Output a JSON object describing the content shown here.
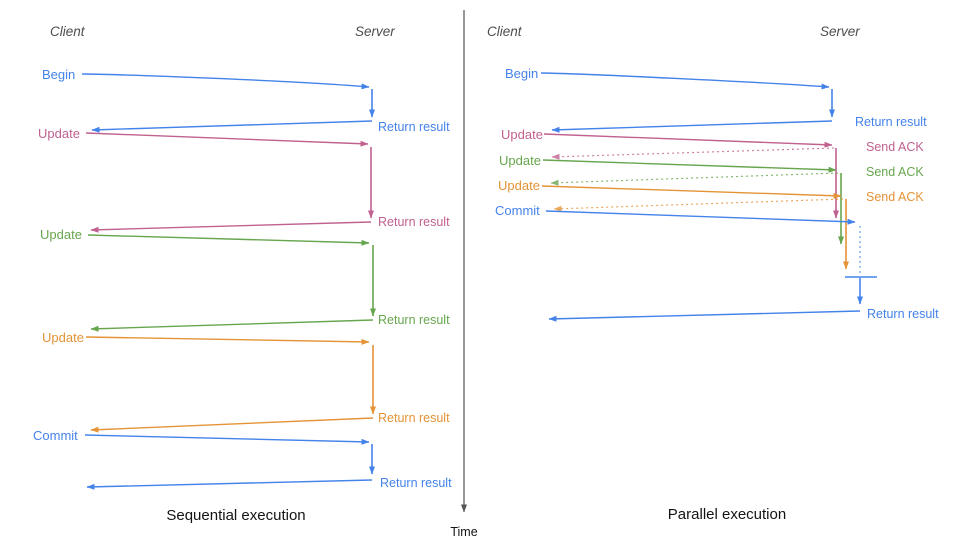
{
  "diagram": {
    "time_axis_label": "Time",
    "colors": {
      "blue": "#4483ea",
      "pink": "#c0618f",
      "green": "#67a64e",
      "orange": "#e59337",
      "axis": "#555555",
      "lifeline_label": "#4d4d4d",
      "caption": "#141414"
    },
    "sequential": {
      "caption": "Sequential execution",
      "client_label": "Client",
      "server_label": "Server",
      "messages": [
        {
          "label": "Begin",
          "color": "blue",
          "response": "Return result"
        },
        {
          "label": "Update",
          "color": "pink",
          "response": "Return result"
        },
        {
          "label": "Update",
          "color": "green",
          "response": "Return result"
        },
        {
          "label": "Update",
          "color": "orange",
          "response": "Return result"
        },
        {
          "label": "Commit",
          "color": "blue",
          "response": "Return result"
        }
      ]
    },
    "parallel": {
      "caption": "Parallel execution",
      "client_label": "Client",
      "server_label": "Server",
      "messages": [
        {
          "label": "Begin",
          "color": "blue",
          "response": "Return result"
        },
        {
          "label": "Update",
          "color": "pink",
          "response": "Send ACK"
        },
        {
          "label": "Update",
          "color": "green",
          "response": "Send ACK"
        },
        {
          "label": "Update",
          "color": "orange",
          "response": "Send ACK"
        },
        {
          "label": "Commit",
          "color": "blue",
          "response": "Return result"
        }
      ]
    }
  }
}
